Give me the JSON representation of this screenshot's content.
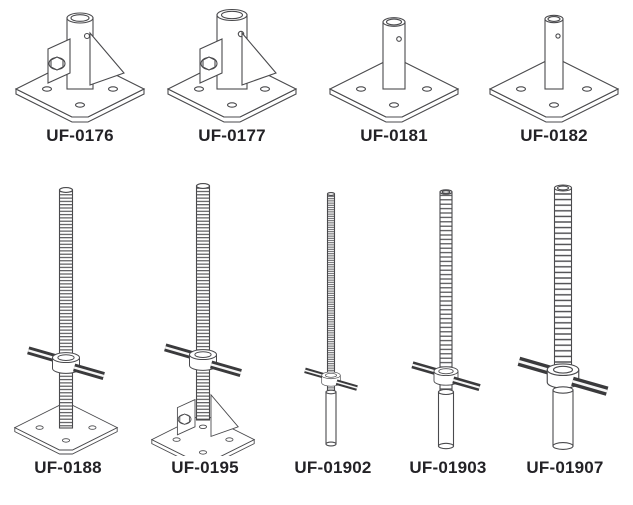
{
  "page": {
    "kind": "product catalog sheet of scaffolding base plates and screw jacks"
  },
  "colors": {
    "line": "#4a4a4d",
    "dark_fill": "#3a3a3c",
    "label_text": "#232226",
    "page_bg": "#ffffff"
  },
  "products": [
    {
      "label": "UF-0176",
      "item": "base plate with socket, gussets and bolt"
    },
    {
      "label": "UF-0177",
      "item": "base plate with larger socket, gussets and bolt"
    },
    {
      "label": "UF-0181",
      "item": "base plate with plain socket"
    },
    {
      "label": "UF-0182",
      "item": "base plate with narrow plain socket"
    },
    {
      "label": "UF-0188",
      "item": "screw jack with wing nut and flat base plate"
    },
    {
      "label": "UF-0195",
      "item": "screw jack with wing nut and gusseted base plate"
    },
    {
      "label": "UF-01902",
      "item": "hollow screw jack, fine thread, wing nut"
    },
    {
      "label": "UF-01903",
      "item": "hollow screw jack, medium thread, wing nut"
    },
    {
      "label": "UF-01907",
      "item": "hollow screw jack, coarse thread, wing nut"
    }
  ]
}
